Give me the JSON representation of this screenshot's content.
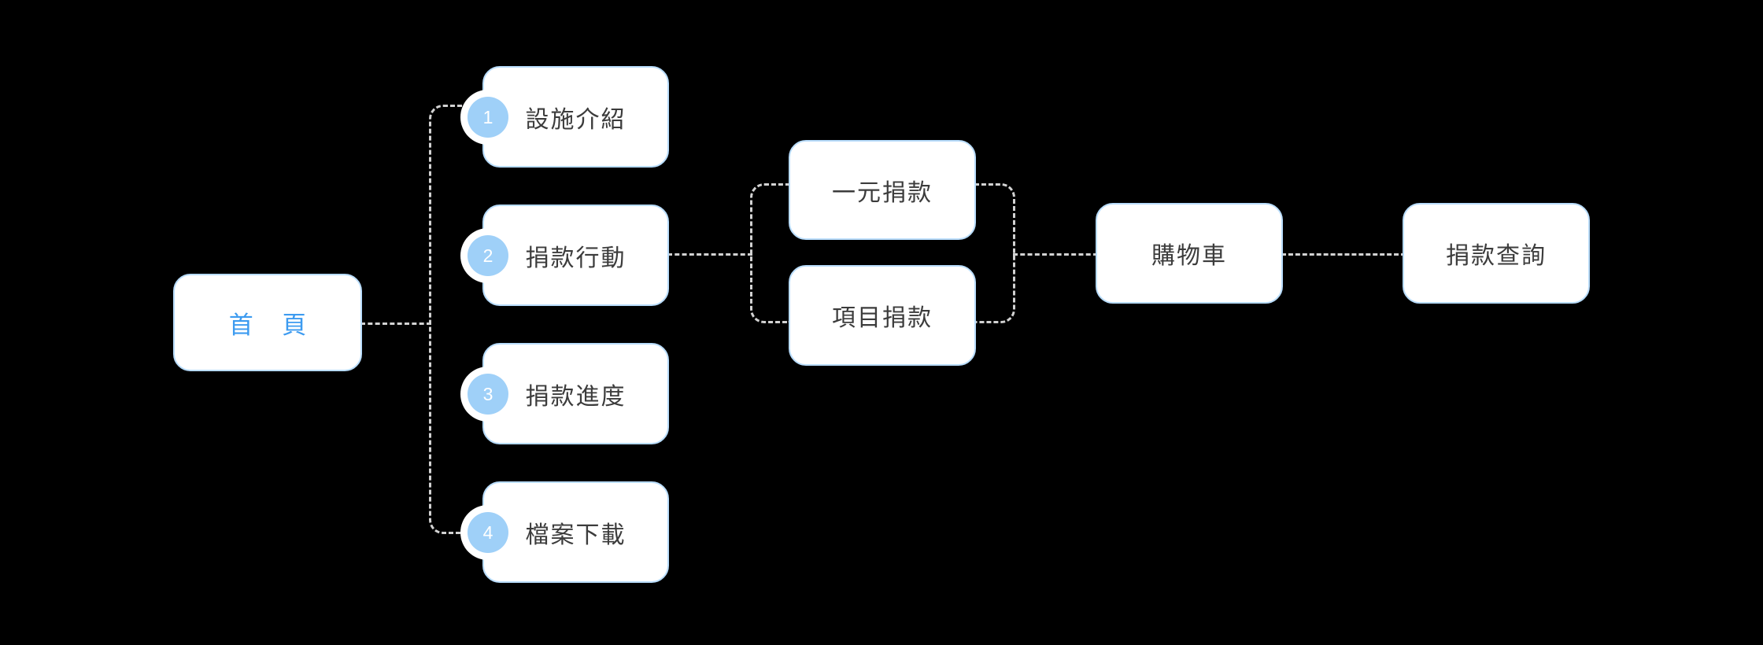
{
  "diagram": {
    "title": "Donation site sitemap flowchart",
    "background_color": "#000000",
    "accent_color": "#3d9bf0",
    "badge_color": "#9fd0f8",
    "box_border_color": "#b8dcfb",
    "connector_color": "#d2d2d2",
    "root": {
      "label": "首 頁"
    },
    "level1": [
      {
        "number": "1",
        "label": "設施介紹"
      },
      {
        "number": "2",
        "label": "捐款行動"
      },
      {
        "number": "3",
        "label": "捐款進度"
      },
      {
        "number": "4",
        "label": "檔案下載"
      }
    ],
    "level2": [
      {
        "label": "一元捐款"
      },
      {
        "label": "項目捐款"
      }
    ],
    "level3": [
      {
        "label": "購物車"
      }
    ],
    "level4": [
      {
        "label": "捐款查詢"
      }
    ]
  }
}
